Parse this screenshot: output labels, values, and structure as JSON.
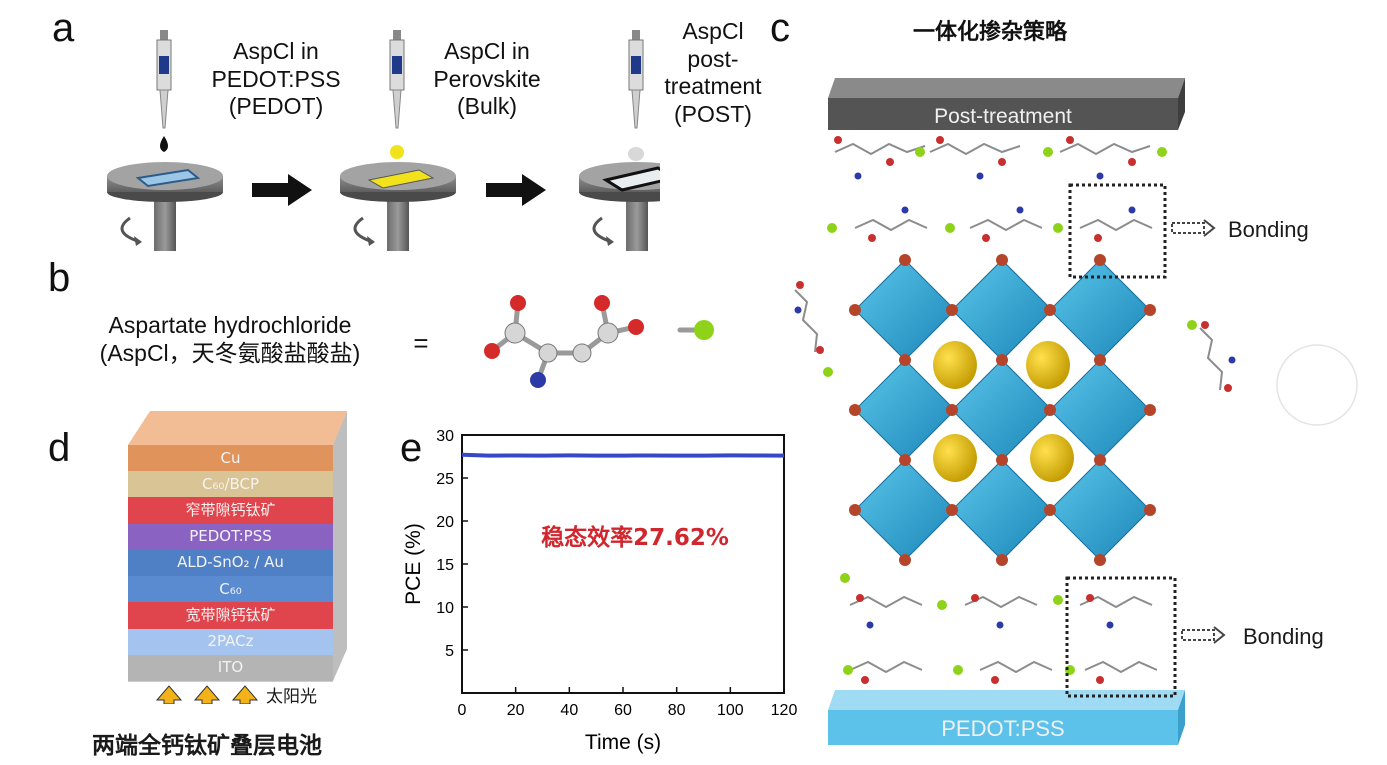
{
  "panel_a": {
    "label": "a",
    "steps": [
      {
        "caption": [
          "AspCl in",
          "PEDOT:PSS",
          "(PEDOT)"
        ],
        "drop_color": "#111111",
        "substrate_color": "#9cc6e6"
      },
      {
        "caption": [
          "AspCl in",
          "Perovskite",
          "(Bulk)"
        ],
        "drop_color": "#f2e21b",
        "substrate_color": "#f2e21b"
      },
      {
        "caption": [
          "AspCl",
          "post-",
          "treatment",
          "(POST)"
        ],
        "drop_color": "#d8d8d8",
        "substrate_color": "#e8edf0"
      }
    ]
  },
  "panel_b": {
    "label": "b",
    "name_line1": "Aspartate hydrochloride",
    "name_line2": "(AspCl，天冬氨酸盐酸盐)",
    "equals": "="
  },
  "panel_c": {
    "label": "c",
    "title": "一体化掺杂策略",
    "top_slab": "Post-treatment",
    "bottom_slab": "PEDOT:PSS",
    "bonding_label": "Bonding"
  },
  "panel_d": {
    "label": "d",
    "layers": [
      {
        "name": "Cu",
        "color": "#e0935b"
      },
      {
        "name": "C₆₀/BCP",
        "color": "#d9c495"
      },
      {
        "name": "窄带隙钙钛矿",
        "color": "#e0444c"
      },
      {
        "name": "PEDOT:PSS",
        "color": "#8a62c2"
      },
      {
        "name": "ALD-SnO₂ / Au",
        "color": "#4f7fc4"
      },
      {
        "name": "C₆₀",
        "color": "#5a8ad0"
      },
      {
        "name": "宽带隙钙钛矿",
        "color": "#e0444c"
      },
      {
        "name": "2PACz",
        "color": "#a4c4ef"
      },
      {
        "name": "ITO",
        "color": "#b4b4b4"
      }
    ],
    "sunlight_label": "太阳光",
    "caption": "两端全钙钛矿叠层电池"
  },
  "panel_e": {
    "label": "e",
    "annotation": "稳态效率27.62%",
    "annotation_color": "#d0262d"
  },
  "chart_data": {
    "type": "line",
    "xlabel": "Time (s)",
    "ylabel": "PCE (%)",
    "xlim": [
      0,
      120
    ],
    "ylim": [
      0,
      30
    ],
    "xticks": [
      0,
      20,
      40,
      60,
      80,
      100,
      120
    ],
    "yticks": [
      5,
      10,
      15,
      20,
      25,
      30
    ],
    "series": [
      {
        "color": "#3548c8",
        "x": [
          0,
          10,
          20,
          30,
          40,
          50,
          60,
          70,
          80,
          90,
          100,
          110,
          120
        ],
        "y": [
          27.7,
          27.6,
          27.62,
          27.6,
          27.63,
          27.61,
          27.6,
          27.62,
          27.61,
          27.6,
          27.63,
          27.62,
          27.61
        ]
      }
    ]
  }
}
